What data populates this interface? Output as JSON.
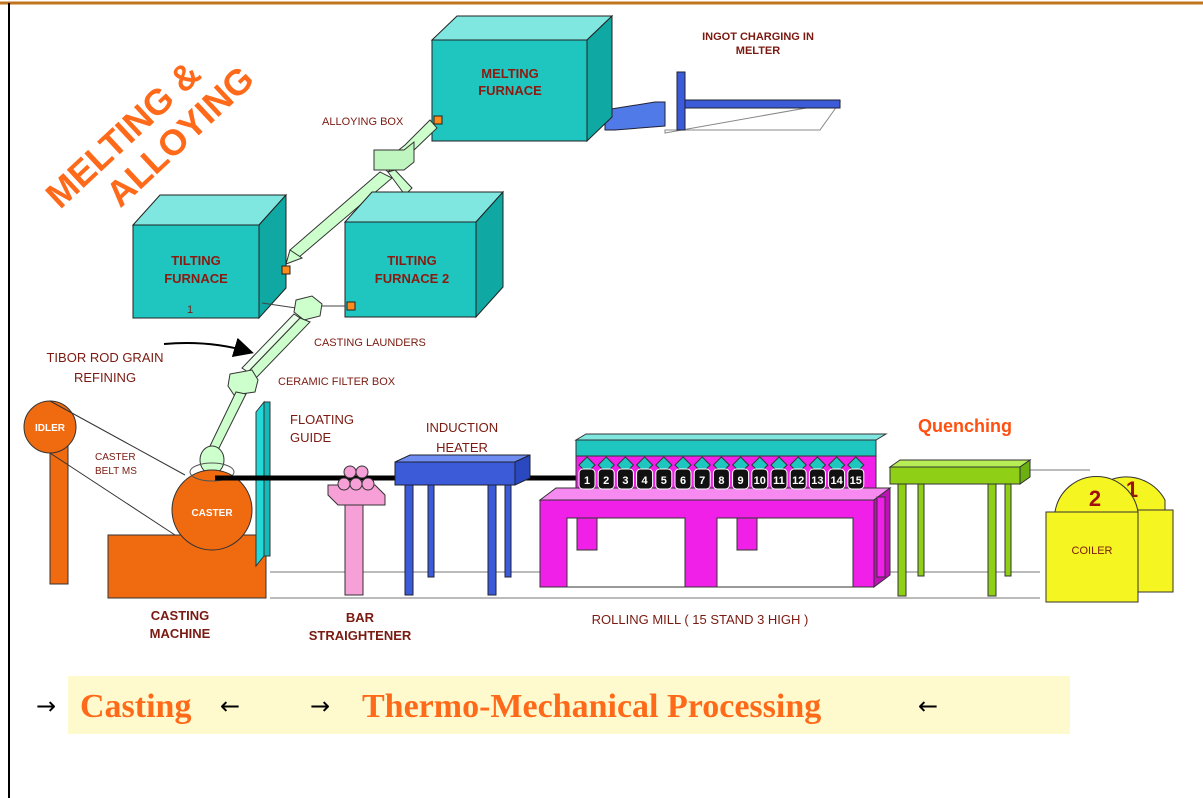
{
  "title_rotated": {
    "line1": "MELTING &",
    "line2": "ALLOYING"
  },
  "labels": {
    "melting_furnace": [
      "MELTING",
      "FURNACE"
    ],
    "ingot_charging": [
      "INGOT CHARGING IN",
      "MELTER"
    ],
    "alloying_box": "ALLOYING BOX",
    "tilting_furnace_1": [
      "TILTING",
      "FURNACE",
      "1"
    ],
    "tilting_furnace_2": [
      "TILTING",
      "FURNACE 2"
    ],
    "casting_launders": "CASTING LAUNDERS",
    "tibor_rod": [
      "TIBOR ROD GRAIN",
      "REFINING"
    ],
    "ceramic_filter": "CERAMIC FILTER BOX",
    "idler": "IDLER",
    "caster_belt": [
      "CASTER",
      "BELT MS"
    ],
    "caster": "CASTER",
    "floating_guide": [
      "FLOATING",
      "GUIDE"
    ],
    "induction_heater": [
      "INDUCTION",
      "HEATER"
    ],
    "quenching": "Quenching",
    "coiler": "COILER",
    "coiler_numbers": [
      "2",
      "1"
    ],
    "casting_machine": [
      "CASTING",
      "MACHINE"
    ],
    "bar_straightener": [
      "BAR",
      "STRAIGHTENER"
    ],
    "rolling_mill": "ROLLING MILL ( 15 STAND 3 HIGH )",
    "stands": [
      "1",
      "2",
      "3",
      "4",
      "5",
      "6",
      "7",
      "8",
      "9",
      "10",
      "11",
      "12",
      "13",
      "14",
      "15"
    ]
  },
  "banner": {
    "arrow_right": "→",
    "arrow_left": "←",
    "casting": "Casting",
    "thermo": "Thermo-Mechanical Processing"
  },
  "colors": {
    "furnace": "#1fc6c0",
    "rolling_mill": "#f020e8",
    "accent_orange": "#ff6a1a",
    "banner_bg": "#fffacd",
    "coiler": "#f5f522",
    "heater": "#3b5bd8",
    "quench": "#8fd016",
    "label": "#7a1a10"
  }
}
